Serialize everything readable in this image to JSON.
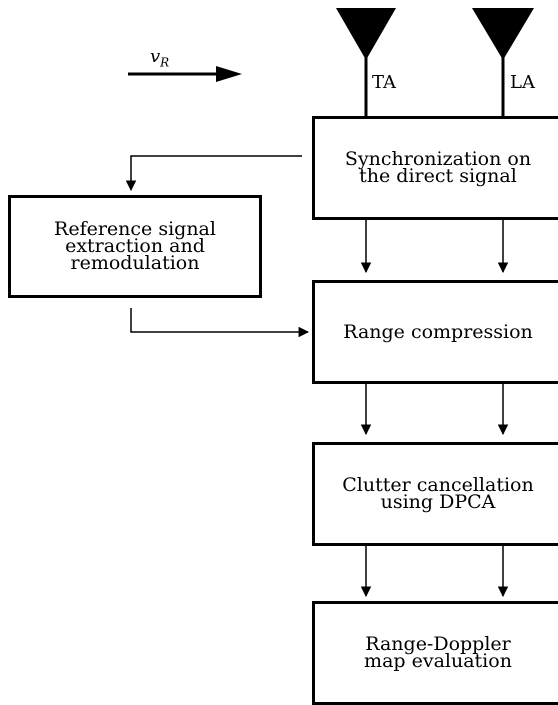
{
  "antennas": {
    "ta": "TA",
    "la": "LA"
  },
  "velocity": {
    "symbol": "v",
    "subscript": "R"
  },
  "blocks": {
    "sync": "Synchronization on\nthe direct signal",
    "reference": "Reference signal\nextraction and\nremodulation",
    "range_compression": "Range compression",
    "clutter": "Clutter cancellation\nusing DPCA",
    "range_doppler": "Range-Doppler\nmap evaluation"
  }
}
